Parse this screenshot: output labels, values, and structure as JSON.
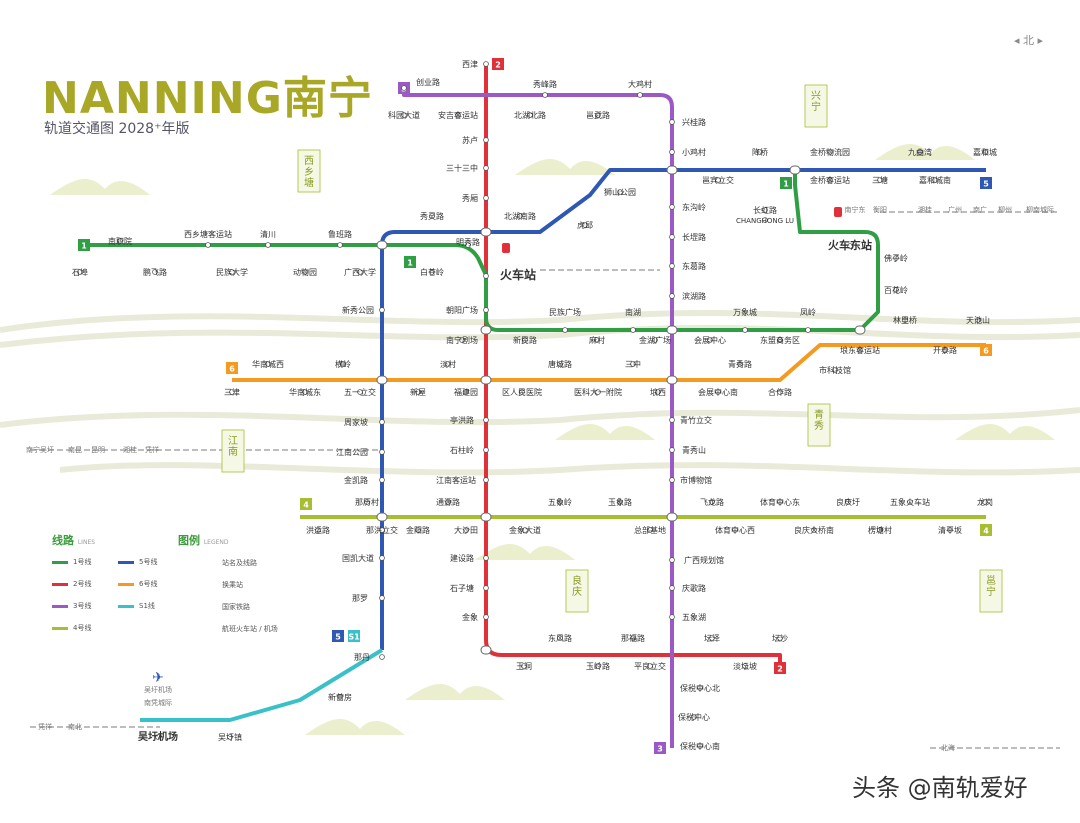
{
  "header": {
    "title_en": "NANNING",
    "title_zh": "南宁",
    "subtitle": "轨道交通图 2028⁺年版",
    "north": "北"
  },
  "watermark": "头条 @南轨爱好",
  "lines": [
    {
      "id": "1",
      "color": "#2f9e44"
    },
    {
      "id": "2",
      "color": "#e0313a"
    },
    {
      "id": "3",
      "color": "#9b59c5"
    },
    {
      "id": "4",
      "color": "#a9bd33"
    },
    {
      "id": "5",
      "color": "#2f57b4"
    },
    {
      "id": "6",
      "color": "#f39a1f"
    },
    {
      "id": "S1",
      "color": "#39c0c8"
    }
  ],
  "legend": {
    "lines_title": "线路",
    "lines_title_en": "LINES",
    "legend_title": "图例",
    "legend_title_en": "LEGEND",
    "line_items": [
      "1号线",
      "2号线",
      "3号线",
      "4号线",
      "5号线",
      "6号线",
      "S1线"
    ],
    "symbols": [
      "站名及线路",
      "换乘站",
      "国家铁路",
      "航班火车站 / 机场"
    ]
  },
  "districts": [
    "兴宁",
    "西乡塘",
    "江南",
    "青秀",
    "良庆",
    "邕宁"
  ],
  "rail_labels": [
    "南宁东",
    "衡阳",
    "湘桂",
    "广州",
    "南广",
    "柳州",
    "柳南城际",
    "南昆",
    "昆明",
    "湘桂",
    "凭祥",
    "南宁吴圩",
    "吴圩机场",
    "南凭城际",
    "凭祥",
    "南北",
    "北海"
  ],
  "stations": [
    "西津",
    "创业路",
    "秀峰路",
    "大鸡村",
    "科园大道",
    "安吉客运站",
    "北湖北路",
    "邕武路",
    "兴桂路",
    "苏卢",
    "三十三中",
    "小鸡村",
    "降桥",
    "金桥物流园",
    "九曲湾",
    "嘉和城",
    "邕宾立交",
    "金桥客运站",
    "三塘",
    "嘉和城南",
    "秀厢",
    "狮山公园",
    "东沟岭",
    "长虹路",
    "CHANGHONG LU",
    "秀灵路",
    "北湖南路",
    "虎邱",
    "南职院",
    "西乡塘客运站",
    "清川",
    "鲁班路",
    "明秀路",
    "长堽路",
    "火车东站",
    "佛子岭",
    "石埠",
    "鹏飞路",
    "民族大学",
    "动物园",
    "广西大学",
    "白苍岭",
    "火车站",
    "东葛路",
    "百花岭",
    "滨湖路",
    "新秀公园",
    "朝阳广场",
    "民族广场",
    "南湖",
    "万象城",
    "凤岭",
    "林里桥",
    "天池山",
    "南宁剧场",
    "新民路",
    "麻村",
    "金湖广场",
    "会展中心",
    "东盟商务区",
    "埌东客运站",
    "开泰路",
    "华南城西",
    "横岭",
    "淡村",
    "唐城路",
    "三中",
    "青秀路",
    "市科技馆",
    "三津",
    "华南城东",
    "五一立交",
    "新屋",
    "福建园",
    "区人民医院",
    "医科大一附院",
    "埌西",
    "会展中心南",
    "合作路",
    "周家坡",
    "亭洪路",
    "青竹立交",
    "江南公园",
    "石柱岭",
    "青秀山",
    "金凯路",
    "江南客运站",
    "市博物馆",
    "那历村",
    "通源路",
    "五象岭",
    "玉象路",
    "飞龙路",
    "体育中心东",
    "良庆圩",
    "五象火车站",
    "龙岗",
    "洪运路",
    "那洪立交",
    "金阳路",
    "大沙田",
    "金象大道",
    "总部基地",
    "体育中心西",
    "良庆大桥南",
    "楞塘村",
    "清平坂",
    "国凯大道",
    "建设路",
    "广西规划馆",
    "那罗",
    "石子塘",
    "庆歌路",
    "金象",
    "五象湖",
    "东风路",
    "那福路",
    "坛泽",
    "坛沙",
    "那丹",
    "玉洞",
    "玉岭路",
    "平良立交",
    "淡坛坡",
    "新营房",
    "保税中心北",
    "保税中心",
    "保税中心南",
    "吴圩机场",
    "吴圩镇"
  ]
}
